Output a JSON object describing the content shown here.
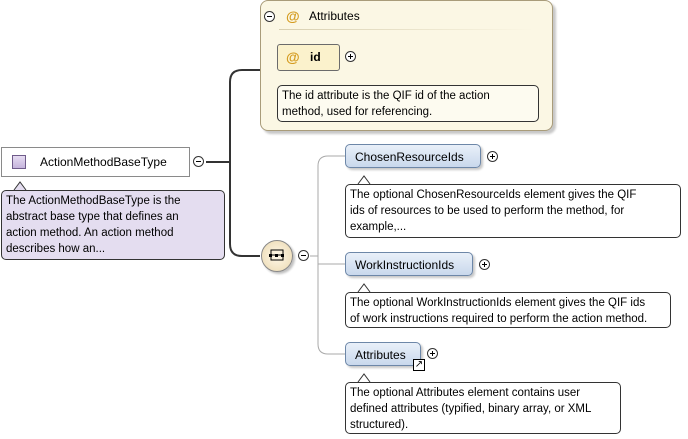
{
  "root": {
    "name": "ActionMethodBaseType",
    "doc": [
      "The ActionMethodBaseType is the",
      "abstract base type that defines an",
      "action method. An action method",
      "describes how an..."
    ]
  },
  "attributes": {
    "title": "Attributes",
    "at_symbol": "@",
    "id": {
      "name": "id",
      "doc": [
        "The id attribute is the QIF id of the action",
        "method, used for referencing."
      ]
    }
  },
  "sequence": {
    "icon": "sequence-compositor-icon",
    "children": [
      {
        "name": "ChosenResourceIds",
        "doc": [
          "The optional ChosenResourceIds element gives the QIF",
          "ids of resources to be used to perform the method, for",
          "example,..."
        ]
      },
      {
        "name": "WorkInstructionIds",
        "doc": [
          "The optional WorkInstructionIds element gives the QIF ids",
          "of work instructions required to perform the action method."
        ]
      },
      {
        "name": "Attributes",
        "doc": [
          "The optional Attributes element contains user",
          "defined attributes (typified, binary array, or XML",
          "structured)."
        ]
      }
    ]
  },
  "icons": {
    "collapse": "minus-circle-icon",
    "expand": "plus-circle-icon",
    "reference": "reference-arrow-icon"
  },
  "colors": {
    "element_fill": "#c9d8ec",
    "attribute_panel": "#fbf7e4",
    "type_doc": "#e4ddf0"
  }
}
